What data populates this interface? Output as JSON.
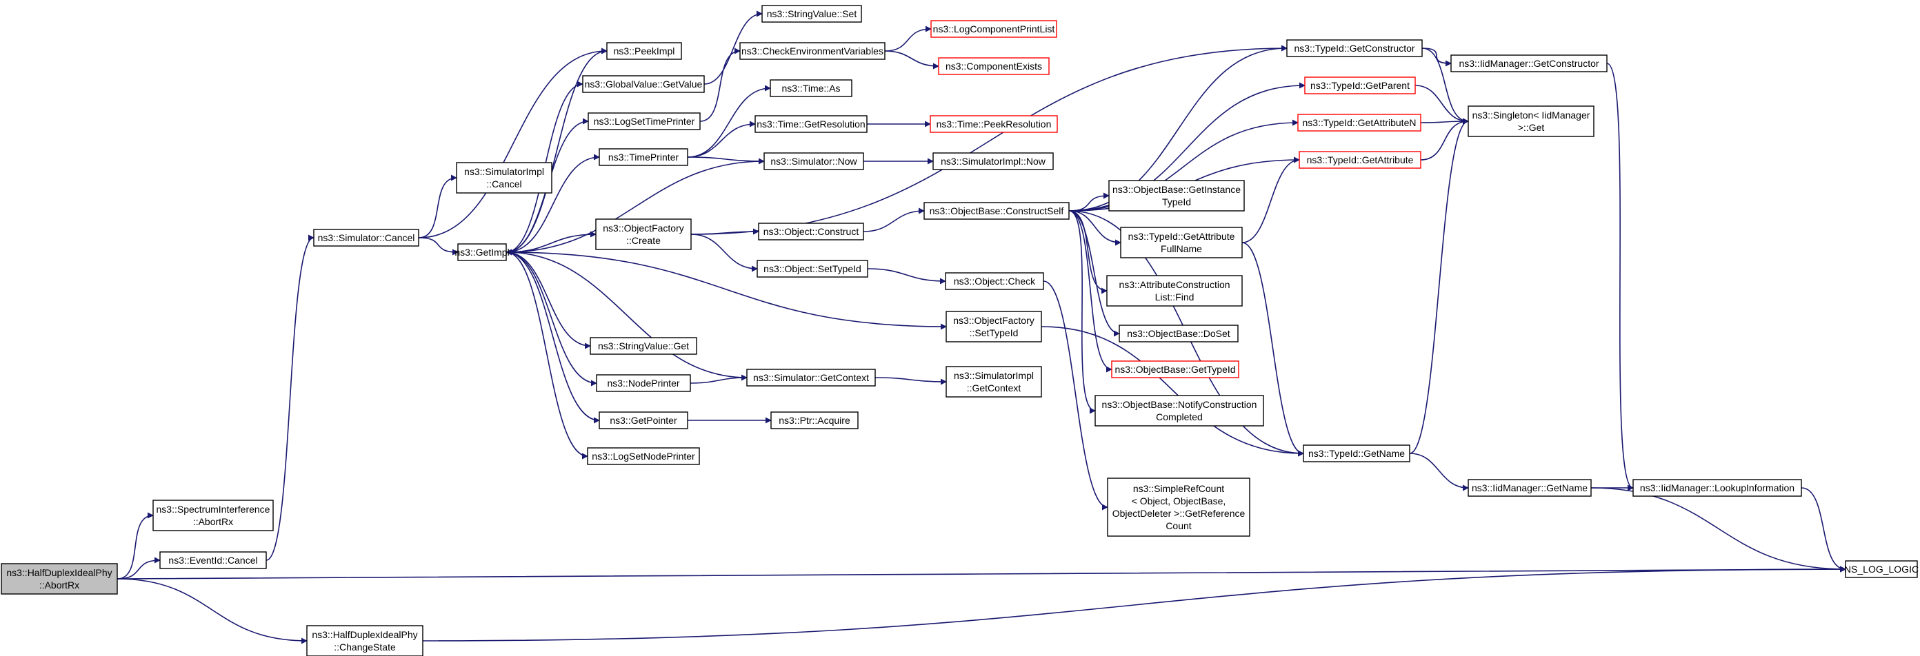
{
  "colors": {
    "edge": "#191970",
    "node_border": "#000000",
    "node_border_truncated": "#ff0000",
    "node_fill": "#ffffff",
    "root_fill": "#bfbfbf",
    "text": "#000000"
  },
  "nodes": [
    {
      "id": "abortrx",
      "lines": [
        "ns3::HalfDuplexIdealPhy",
        "::AbortRx"
      ],
      "style": "root"
    },
    {
      "id": "spectrum_abortrx",
      "lines": [
        "ns3::SpectrumInterference",
        "::AbortRx"
      ],
      "style": "normal"
    },
    {
      "id": "eventid_cancel",
      "lines": [
        "ns3::EventId::Cancel"
      ],
      "style": "normal"
    },
    {
      "id": "changestate",
      "lines": [
        "ns3::HalfDuplexIdealPhy",
        "::ChangeState"
      ],
      "style": "normal"
    },
    {
      "id": "simulator_cancel",
      "lines": [
        "ns3::Simulator::Cancel"
      ],
      "style": "normal"
    },
    {
      "id": "simimpl_cancel",
      "lines": [
        "ns3::SimulatorImpl",
        "::Cancel"
      ],
      "style": "normal"
    },
    {
      "id": "getimpl",
      "lines": [
        "ns3::GetImpl"
      ],
      "style": "normal"
    },
    {
      "id": "peekimpl",
      "lines": [
        "ns3::PeekImpl"
      ],
      "style": "normal"
    },
    {
      "id": "globalvalue_getvalue",
      "lines": [
        "ns3::GlobalValue::GetValue"
      ],
      "style": "normal"
    },
    {
      "id": "logsettimeprinter",
      "lines": [
        "ns3::LogSetTimePrinter"
      ],
      "style": "normal"
    },
    {
      "id": "timeprinter",
      "lines": [
        "ns3::TimePrinter"
      ],
      "style": "normal"
    },
    {
      "id": "objectfactory_create",
      "lines": [
        "ns3::ObjectFactory",
        "::Create"
      ],
      "style": "normal"
    },
    {
      "id": "stringvalue_get",
      "lines": [
        "ns3::StringValue::Get"
      ],
      "style": "normal"
    },
    {
      "id": "nodeprinter",
      "lines": [
        "ns3::NodePrinter"
      ],
      "style": "normal"
    },
    {
      "id": "getpointer",
      "lines": [
        "ns3::GetPointer"
      ],
      "style": "normal"
    },
    {
      "id": "logsetnodeprinter",
      "lines": [
        "ns3::LogSetNodePrinter"
      ],
      "style": "normal"
    },
    {
      "id": "stringvalue_set",
      "lines": [
        "ns3::StringValue::Set"
      ],
      "style": "normal"
    },
    {
      "id": "checkenvvars",
      "lines": [
        "ns3::CheckEnvironmentVariables"
      ],
      "style": "normal"
    },
    {
      "id": "time_as",
      "lines": [
        "ns3::Time::As"
      ],
      "style": "normal"
    },
    {
      "id": "time_getresolution",
      "lines": [
        "ns3::Time::GetResolution"
      ],
      "style": "normal"
    },
    {
      "id": "simulator_now",
      "lines": [
        "ns3::Simulator::Now"
      ],
      "style": "normal"
    },
    {
      "id": "object_construct",
      "lines": [
        "ns3::Object::Construct"
      ],
      "style": "normal"
    },
    {
      "id": "object_settypeid",
      "lines": [
        "ns3::Object::SetTypeId"
      ],
      "style": "normal"
    },
    {
      "id": "simulator_getcontext",
      "lines": [
        "ns3::Simulator::GetContext"
      ],
      "style": "normal"
    },
    {
      "id": "ptr_acquire",
      "lines": [
        "ns3::Ptr::Acquire"
      ],
      "style": "normal"
    },
    {
      "id": "logcomponentprintlist",
      "lines": [
        "ns3::LogComponentPrintList"
      ],
      "style": "truncated"
    },
    {
      "id": "componentexists",
      "lines": [
        "ns3::ComponentExists"
      ],
      "style": "truncated"
    },
    {
      "id": "time_peekresolution",
      "lines": [
        "ns3::Time::PeekResolution"
      ],
      "style": "truncated"
    },
    {
      "id": "simimpl_now",
      "lines": [
        "ns3::SimulatorImpl::Now"
      ],
      "style": "normal"
    },
    {
      "id": "objectbase_constructself",
      "lines": [
        "ns3::ObjectBase::ConstructSelf"
      ],
      "style": "normal"
    },
    {
      "id": "object_check",
      "lines": [
        "ns3::Object::Check"
      ],
      "style": "normal"
    },
    {
      "id": "objectfactory_settypeid",
      "lines": [
        "ns3::ObjectFactory",
        "::SetTypeId"
      ],
      "style": "normal"
    },
    {
      "id": "simimpl_getcontext",
      "lines": [
        "ns3::SimulatorImpl",
        "::GetContext"
      ],
      "style": "normal"
    },
    {
      "id": "objectbase_getinstancetypeid",
      "lines": [
        "ns3::ObjectBase::GetInstance",
        "TypeId"
      ],
      "style": "normal"
    },
    {
      "id": "typeid_getattributefullname",
      "lines": [
        "ns3::TypeId::GetAttribute",
        "FullName"
      ],
      "style": "normal"
    },
    {
      "id": "attrconstructionlist_find",
      "lines": [
        "ns3::AttributeConstruction",
        "List::Find"
      ],
      "style": "normal"
    },
    {
      "id": "objectbase_doset",
      "lines": [
        "ns3::ObjectBase::DoSet"
      ],
      "style": "normal"
    },
    {
      "id": "objectbase_gettypeid",
      "lines": [
        "ns3::ObjectBase::GetTypeId"
      ],
      "style": "truncated"
    },
    {
      "id": "objectbase_notifyconstruction",
      "lines": [
        "ns3::ObjectBase::NotifyConstruction",
        "Completed"
      ],
      "style": "normal"
    },
    {
      "id": "simplerefcount",
      "lines": [
        "ns3::SimpleRefCount",
        "< Object, ObjectBase,",
        "ObjectDeleter >::GetReference",
        "Count"
      ],
      "style": "normal"
    },
    {
      "id": "typeid_getconstructor",
      "lines": [
        "ns3::TypeId::GetConstructor"
      ],
      "style": "normal"
    },
    {
      "id": "typeid_getparent",
      "lines": [
        "ns3::TypeId::GetParent"
      ],
      "style": "truncated"
    },
    {
      "id": "typeid_getattributen",
      "lines": [
        "ns3::TypeId::GetAttributeN"
      ],
      "style": "truncated"
    },
    {
      "id": "typeid_getattribute",
      "lines": [
        "ns3::TypeId::GetAttribute"
      ],
      "style": "truncated"
    },
    {
      "id": "typeid_getname",
      "lines": [
        "ns3::TypeId::GetName"
      ],
      "style": "normal"
    },
    {
      "id": "iidmanager_getconstructor",
      "lines": [
        "ns3::IidManager::GetConstructor"
      ],
      "style": "normal"
    },
    {
      "id": "singleton_get",
      "lines": [
        "ns3::Singleton< IidManager",
        ">::Get"
      ],
      "style": "normal"
    },
    {
      "id": "iidmanager_getname",
      "lines": [
        "ns3::IidManager::GetName"
      ],
      "style": "normal"
    },
    {
      "id": "iidmanager_lookupinformation",
      "lines": [
        "ns3::IidManager::LookupInformation"
      ],
      "style": "normal"
    },
    {
      "id": "ns_log_logic",
      "lines": [
        "NS_LOG_LOGIC"
      ],
      "style": "normal"
    }
  ],
  "edges": [
    {
      "from": "abortrx",
      "to": "spectrum_abortrx"
    },
    {
      "from": "abortrx",
      "to": "eventid_cancel"
    },
    {
      "from": "abortrx",
      "to": "ns_log_logic"
    },
    {
      "from": "abortrx",
      "to": "changestate"
    },
    {
      "from": "eventid_cancel",
      "to": "simulator_cancel"
    },
    {
      "from": "changestate",
      "to": "ns_log_logic"
    },
    {
      "from": "simulator_cancel",
      "to": "simimpl_cancel"
    },
    {
      "from": "simulator_cancel",
      "to": "getimpl"
    },
    {
      "from": "simulator_cancel",
      "to": "peekimpl"
    },
    {
      "from": "getimpl",
      "to": "peekimpl"
    },
    {
      "from": "getimpl",
      "to": "globalvalue_getvalue"
    },
    {
      "from": "getimpl",
      "to": "logsettimeprinter"
    },
    {
      "from": "getimpl",
      "to": "timeprinter"
    },
    {
      "from": "getimpl",
      "to": "objectfactory_create"
    },
    {
      "from": "getimpl",
      "to": "objectfactory_settypeid"
    },
    {
      "from": "getimpl",
      "to": "stringvalue_get"
    },
    {
      "from": "getimpl",
      "to": "nodeprinter"
    },
    {
      "from": "getimpl",
      "to": "getpointer"
    },
    {
      "from": "getimpl",
      "to": "logsetnodeprinter"
    },
    {
      "from": "globalvalue_getvalue",
      "to": "stringvalue_set"
    },
    {
      "from": "logsettimeprinter",
      "to": "checkenvvars"
    },
    {
      "from": "checkenvvars",
      "to": "logcomponentprintlist"
    },
    {
      "from": "checkenvvars",
      "to": "componentexists"
    },
    {
      "from": "timeprinter",
      "to": "time_as"
    },
    {
      "from": "timeprinter",
      "to": "time_getresolution"
    },
    {
      "from": "timeprinter",
      "to": "simulator_now"
    },
    {
      "from": "time_getresolution",
      "to": "time_peekresolution"
    },
    {
      "from": "simulator_now",
      "to": "getimpl"
    },
    {
      "from": "simulator_now",
      "to": "simimpl_now"
    },
    {
      "from": "objectfactory_create",
      "to": "object_construct"
    },
    {
      "from": "objectfactory_create",
      "to": "object_settypeid"
    },
    {
      "from": "objectfactory_create",
      "to": "typeid_getconstructor"
    },
    {
      "from": "object_construct",
      "to": "objectbase_constructself"
    },
    {
      "from": "object_settypeid",
      "to": "object_check"
    },
    {
      "from": "nodeprinter",
      "to": "simulator_getcontext"
    },
    {
      "from": "simulator_getcontext",
      "to": "getimpl"
    },
    {
      "from": "simulator_getcontext",
      "to": "simimpl_getcontext"
    },
    {
      "from": "getpointer",
      "to": "ptr_acquire"
    },
    {
      "from": "object_check",
      "to": "simplerefcount"
    },
    {
      "from": "objectfactory_settypeid",
      "to": "typeid_getname"
    },
    {
      "from": "objectbase_constructself",
      "to": "objectbase_getinstancetypeid"
    },
    {
      "from": "objectbase_constructself",
      "to": "typeid_getattributefullname"
    },
    {
      "from": "objectbase_constructself",
      "to": "attrconstructionlist_find"
    },
    {
      "from": "objectbase_constructself",
      "to": "objectbase_doset"
    },
    {
      "from": "objectbase_constructself",
      "to": "objectbase_gettypeid"
    },
    {
      "from": "objectbase_constructself",
      "to": "objectbase_notifyconstruction"
    },
    {
      "from": "objectbase_constructself",
      "to": "typeid_getconstructor"
    },
    {
      "from": "objectbase_constructself",
      "to": "typeid_getparent"
    },
    {
      "from": "objectbase_constructself",
      "to": "typeid_getattributen"
    },
    {
      "from": "objectbase_constructself",
      "to": "typeid_getattribute"
    },
    {
      "from": "objectbase_constructself",
      "to": "typeid_getname"
    },
    {
      "from": "typeid_getattributefullname",
      "to": "typeid_getattribute"
    },
    {
      "from": "typeid_getattributefullname",
      "to": "typeid_getname"
    },
    {
      "from": "typeid_getconstructor",
      "to": "iidmanager_getconstructor"
    },
    {
      "from": "typeid_getconstructor",
      "to": "singleton_get"
    },
    {
      "from": "typeid_getparent",
      "to": "singleton_get"
    },
    {
      "from": "typeid_getattributen",
      "to": "singleton_get"
    },
    {
      "from": "typeid_getattribute",
      "to": "singleton_get"
    },
    {
      "from": "typeid_getname",
      "to": "singleton_get"
    },
    {
      "from": "typeid_getname",
      "to": "iidmanager_getname"
    },
    {
      "from": "iidmanager_getconstructor",
      "to": "iidmanager_lookupinformation"
    },
    {
      "from": "iidmanager_getname",
      "to": "iidmanager_lookupinformation"
    },
    {
      "from": "iidmanager_getname",
      "to": "ns_log_logic"
    },
    {
      "from": "iidmanager_lookupinformation",
      "to": "ns_log_logic"
    }
  ]
}
